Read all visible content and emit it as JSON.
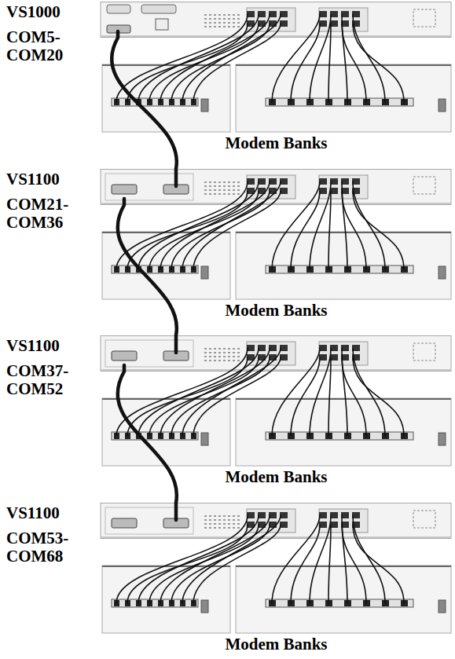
{
  "diagram": {
    "nodes": [
      {
        "text": [
          "VS1000",
          "COM5- COM20"
        ]
      },
      {
        "text": [
          "Modem Banks"
        ]
      },
      {
        "text": [
          "VS1100",
          "COM21- COM36"
        ]
      },
      {
        "text": [
          "Modem Banks"
        ]
      },
      {
        "text": [
          "VS1100",
          "COM37- COM52"
        ]
      },
      {
        "text": [
          "Modem Banks"
        ]
      },
      {
        "text": [
          "VS1100",
          "COM53- COM68"
        ]
      },
      {
        "text": [
          "Modem Banks"
        ]
      }
    ],
    "edges": [
      {
        "from": 0,
        "to": 1,
        "arrow": "none"
      },
      {
        "from": 0,
        "to": 2,
        "arrow": "none"
      },
      {
        "from": 2,
        "to": 3,
        "arrow": "none"
      },
      {
        "from": 2,
        "to": 4,
        "arrow": "none"
      },
      {
        "from": 4,
        "to": 5,
        "arrow": "none"
      },
      {
        "from": 4,
        "to": 6,
        "arrow": "none"
      },
      {
        "from": 6,
        "to": 7,
        "arrow": "none"
      }
    ]
  }
}
